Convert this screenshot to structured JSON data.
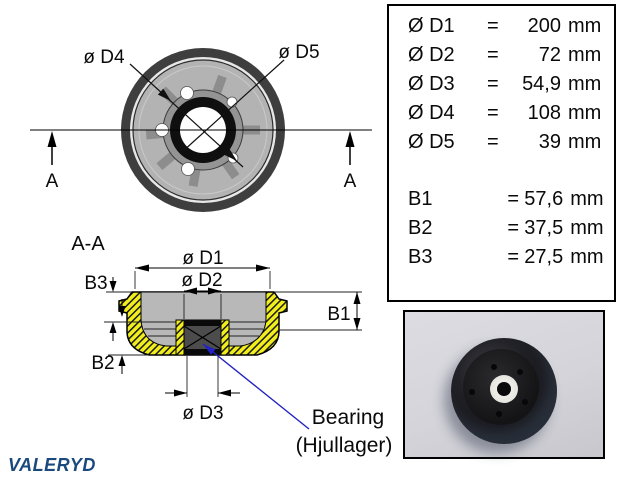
{
  "front_view": {
    "label_d4": "ø D4",
    "label_d5": "ø D5",
    "section_letter": "A"
  },
  "section_view": {
    "title": "A-A",
    "label_d1": "ø D1",
    "label_d2": "ø D2",
    "label_d3": "ø D3",
    "label_b1": "B1",
    "label_b2": "B2",
    "label_b3": "B3"
  },
  "bearing_callout": {
    "line1": "Bearing",
    "line2": "(Hjullager)"
  },
  "spec_table": {
    "diameter_rows": [
      {
        "label": "Ø D1",
        "eq": "=",
        "value": "200",
        "unit": "mm"
      },
      {
        "label": "Ø D2",
        "eq": "=",
        "value": "72",
        "unit": "mm"
      },
      {
        "label": "Ø D3",
        "eq": "=",
        "value": "54,9",
        "unit": "mm"
      },
      {
        "label": "Ø D4",
        "eq": "=",
        "value": "108",
        "unit": "mm"
      },
      {
        "label": "Ø D5",
        "eq": "=",
        "value": "39",
        "unit": "mm"
      }
    ],
    "width_rows": [
      {
        "label": "B1",
        "eq": "=",
        "value": "57,6",
        "unit": "mm"
      },
      {
        "label": "B2",
        "eq": "=",
        "value": "37,5",
        "unit": "mm"
      },
      {
        "label": "B3",
        "eq": "=",
        "value": "27,5",
        "unit": "mm"
      }
    ]
  },
  "logo": {
    "text": "VALERYD"
  },
  "colors": {
    "callout_blue": "#2222bf",
    "logo_blue": "#1a4a7d",
    "hatch_yellow": "#f2ee1e",
    "drawing_gray": "#b8b8b8"
  }
}
